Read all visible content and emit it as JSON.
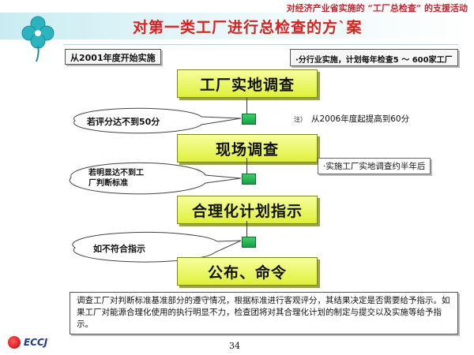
{
  "header": {
    "top_right": "对经济产业省实施的 “工厂总检查” 的支援活动",
    "title": "对第一类工厂进行总检查的方`案"
  },
  "labels": {
    "start": "从2001年度开始实施",
    "industry_note": "·分行业实施，计划每年检查5 ～ 600家工厂"
  },
  "steps": [
    {
      "label": "工厂实地调查"
    },
    {
      "label": "现场调查"
    },
    {
      "label": "合理化计划指示"
    },
    {
      "label": "公布、命令"
    }
  ],
  "callouts": [
    {
      "text": "若评分达不到50分"
    },
    {
      "line1": "若明显达不到工",
      "line2": "厂判断标准"
    },
    {
      "text": "如不符合指示"
    }
  ],
  "notes": {
    "note1_prefix": "注）",
    "note1": "从2006年度起提高到60分",
    "note2": "·实施工厂实地调查约半年后"
  },
  "description": "调查工厂对判断标准基准部分的遵守情况，根据标准进行客观评分，其结果决定是否需要给予指示。如果工厂对能源合理化使用的执行明显不力，检查团将对其合理化计划的制定与提交以及实施等给予指示。",
  "footer": {
    "page_number": "34",
    "logo_text": "ECCJ"
  },
  "colors": {
    "title": "#d7231f",
    "step_fill": "#e0f03a",
    "arrow": "#14a043",
    "logo_leaf": "#2bb3c0"
  }
}
